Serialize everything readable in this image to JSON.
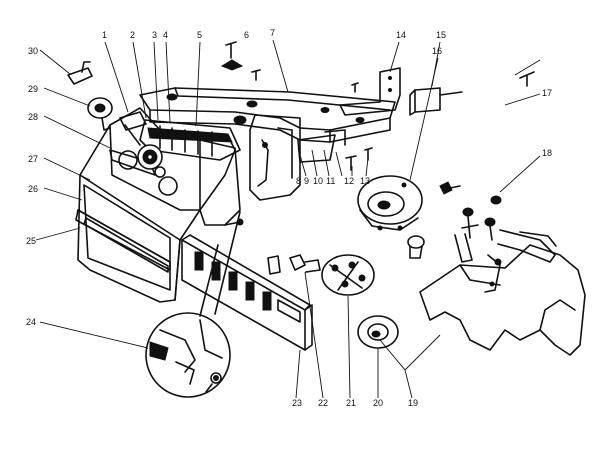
{
  "callouts": [
    {
      "id": "c1",
      "text": "1"
    },
    {
      "id": "c2",
      "text": "2"
    },
    {
      "id": "c3",
      "text": "3"
    },
    {
      "id": "c4",
      "text": "4"
    },
    {
      "id": "c5",
      "text": "5"
    },
    {
      "id": "c6",
      "text": "6"
    },
    {
      "id": "c7",
      "text": "7"
    },
    {
      "id": "c8",
      "text": "8"
    },
    {
      "id": "c9",
      "text": "9"
    },
    {
      "id": "c10",
      "text": "10"
    },
    {
      "id": "c11",
      "text": "11"
    },
    {
      "id": "c12",
      "text": "12"
    },
    {
      "id": "c13",
      "text": "13"
    },
    {
      "id": "c14",
      "text": "14"
    },
    {
      "id": "c15",
      "text": "15"
    },
    {
      "id": "c16",
      "text": "16"
    },
    {
      "id": "c17",
      "text": "17"
    },
    {
      "id": "c18",
      "text": "18"
    },
    {
      "id": "c19",
      "text": "19"
    },
    {
      "id": "c20",
      "text": "20"
    },
    {
      "id": "c21",
      "text": "21"
    },
    {
      "id": "c22",
      "text": "22"
    },
    {
      "id": "c23",
      "text": "23"
    },
    {
      "id": "c24",
      "text": "24"
    },
    {
      "id": "c25",
      "text": "25"
    },
    {
      "id": "c26",
      "text": "26"
    },
    {
      "id": "c27",
      "text": "27"
    },
    {
      "id": "c28",
      "text": "28"
    },
    {
      "id": "c29",
      "text": "29"
    },
    {
      "id": "c30",
      "text": "30"
    }
  ],
  "colors": {
    "ink": "#111111",
    "paper": "#ffffff"
  }
}
